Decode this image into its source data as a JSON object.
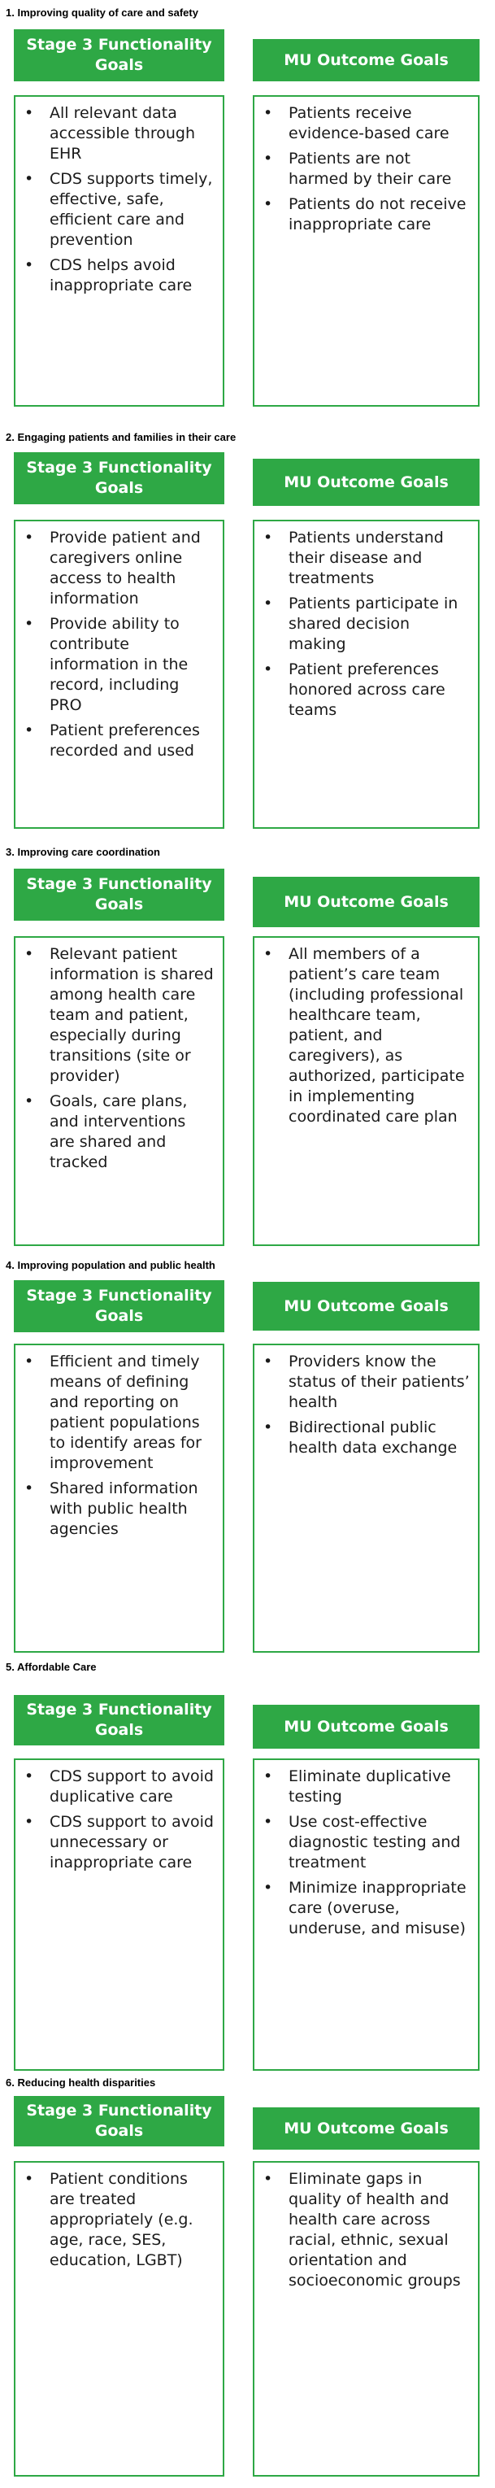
{
  "sections": [
    {
      "title": "1. Improving quality of care and safety",
      "left_header": "Stage  3 Functionality\nGoals",
      "right_header": "MU Outcome Goals",
      "left_items": [
        "All relevant data accessible through EHR",
        "CDS supports timely, effective, safe, efficient care and prevention",
        "CDS helps avoid inappropriate care"
      ],
      "right_items": [
        "Patients receive evidence-based care",
        "Patients are not harmed by their care",
        "Patients do not receive inappropriate care"
      ]
    },
    {
      "title": "2. Engaging patients and families in their care",
      "left_header": "Stage  3 Functionality\nGoals",
      "right_header": "MU Outcome Goals",
      "left_items": [
        "Provide patient and caregivers online access to health information",
        "Provide ability to contribute information in the record, including PRO",
        "Patient preferences recorded and used"
      ],
      "right_items": [
        "Patients understand their disease and treatments",
        "Patients participate in shared decision making",
        "Patient preferences honored across care teams"
      ]
    },
    {
      "title": "3. Improving care coordination",
      "left_header": "Stage  3 Functionality\nGoals",
      "right_header": "MU Outcome Goals",
      "left_items": [
        "Relevant patient information is shared among health care team and patient, especially during transitions (site or provider)",
        "Goals, care plans, and interventions are shared and tracked"
      ],
      "right_items": [
        "All members of a patient’s care team (including professional healthcare team, patient, and caregivers), as authorized, participate in implementing coordinated care plan"
      ]
    },
    {
      "title": "4. Improving population and public health",
      "left_header": "Stage  3 Functionality\nGoals",
      "right_header": "MU Outcome Goals",
      "left_items": [
        "Efficient and timely means of defining and reporting on patient populations to identify areas for improvement",
        "Shared information with public health agencies"
      ],
      "right_items": [
        "Providers know the status of their patients’ health",
        "Bidirectional public health data exchange"
      ]
    },
    {
      "title": "5. Affordable Care",
      "left_header": "Stage  3 Functionality\nGoals",
      "right_header": "MU Outcome Goals",
      "left_items": [
        "CDS support to avoid duplicative care",
        "CDS support to avoid unnecessary or inappropriate care"
      ],
      "right_items": [
        "Eliminate duplicative testing",
        "Use cost-effective diagnostic testing and treatment",
        "Minimize inappropriate care (overuse, underuse, and misuse)"
      ]
    },
    {
      "title": "6. Reducing health disparities",
      "left_header": "Stage  3 Functionality\nGoals",
      "right_header": "MU Outcome Goals",
      "left_items": [
        "Patient conditions are treated appropriately (e.g. age, race, SES, education, LGBT)"
      ],
      "right_items": [
        "Eliminate gaps in quality of health and health care across racial, ethnic, sexual orientation and socioeconomic groups"
      ]
    }
  ],
  "bullet_char": "•",
  "colors": {
    "accent": "#2ea845",
    "header_text": "#ffffff"
  }
}
